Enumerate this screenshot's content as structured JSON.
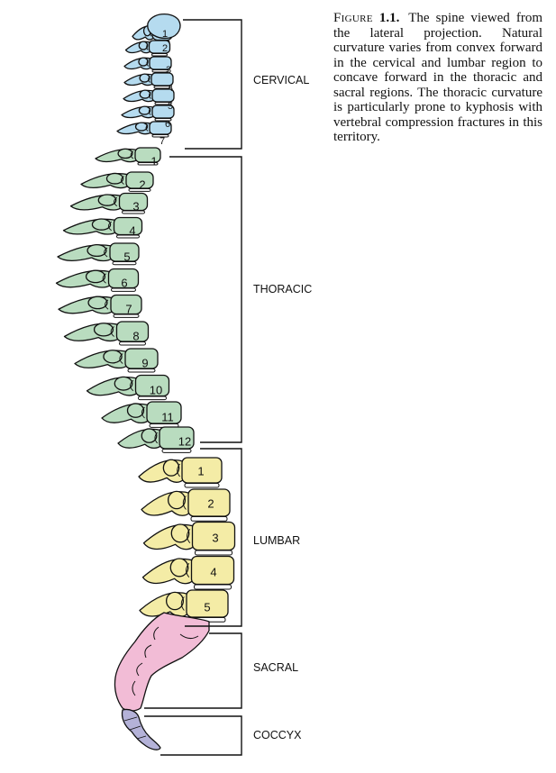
{
  "caption": {
    "figure_label": "Figure",
    "figure_number": "1.1.",
    "text": "The spine viewed from the lateral projection. Natural curvature varies from convex forward in the cervical and lumbar region to concave forward in the thoracic and sacral regions. The thoracic curvature is particularly prone to kyphosis with vertebral compression fractures in this territory."
  },
  "regions": {
    "cervical": {
      "label": "CERVICAL",
      "vertebrae": [
        "1",
        "2",
        "3",
        "4",
        "5",
        "6",
        "7"
      ],
      "color": "#b5dbef"
    },
    "thoracic": {
      "label": "THORACIC",
      "vertebrae": [
        "1",
        "2",
        "3",
        "4",
        "5",
        "6",
        "7",
        "8",
        "9",
        "10",
        "11",
        "12"
      ],
      "color": "#b9dcbf"
    },
    "lumbar": {
      "label": "LUMBAR",
      "vertebrae": [
        "1",
        "2",
        "3",
        "4",
        "5"
      ],
      "color": "#f4eca6"
    },
    "sacral": {
      "label": "SACRAL",
      "color": "#f2bcd6"
    },
    "coccyx": {
      "label": "COCCYX",
      "color": "#b4b2d8"
    }
  }
}
